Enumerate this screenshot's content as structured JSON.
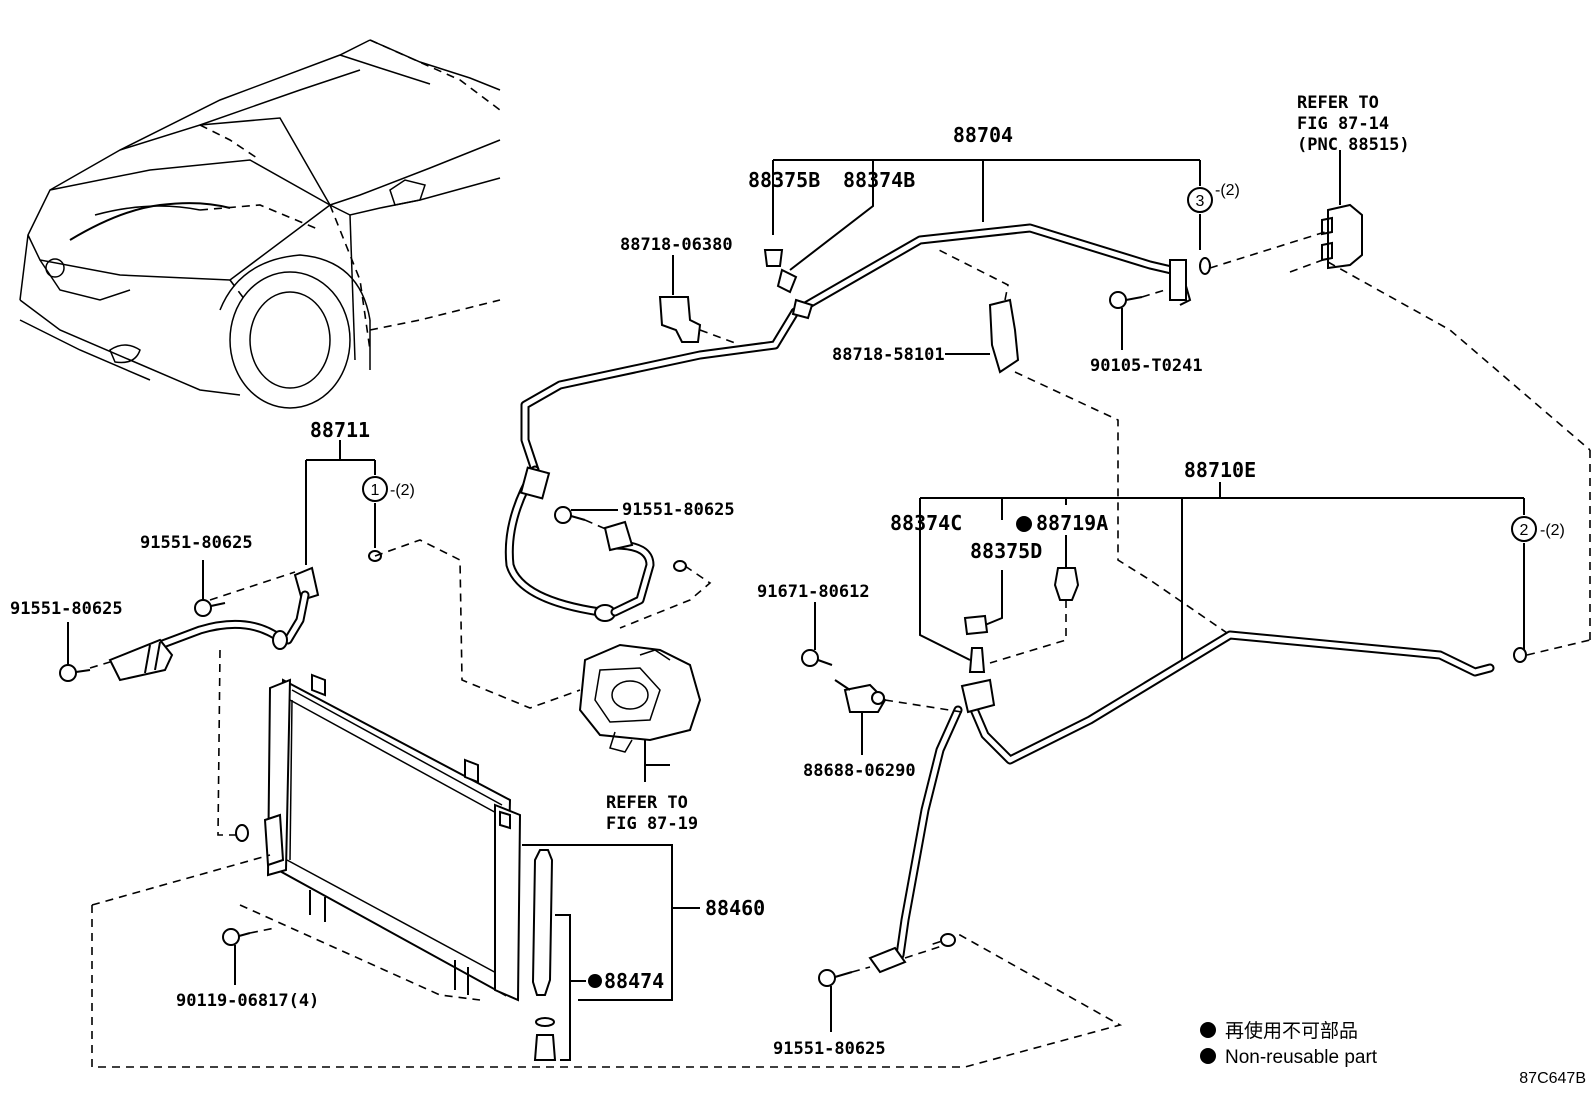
{
  "diagram_code": "87C647B",
  "labels": {
    "p88704": "88704",
    "p88375B": "88375B",
    "p88374B": "88374B",
    "p88718_06380": "88718-06380",
    "p88718_58101": "88718-58101",
    "p90105_T0241": "90105-T0241",
    "p88711": "88711",
    "p91551_80625_a": "91551-80625",
    "p91551_80625_b": "91551-80625",
    "p91551_80625_c": "91551-80625",
    "p91551_80625_d": "91551-80625",
    "p88710E": "88710E",
    "p88374C": "88374C",
    "p88719A": "88719A",
    "p88375D": "88375D",
    "p91671_80612": "91671-80612",
    "p88688_06290": "88688-06290",
    "p88460": "88460",
    "p88474": "88474",
    "p90119_06817": "90119-06817(4)"
  },
  "circle_refs": [
    {
      "num": "1",
      "qty": "-(2)"
    },
    {
      "num": "2",
      "qty": "-(2)"
    },
    {
      "num": "3",
      "qty": "-(2)"
    }
  ],
  "refer_to": {
    "top_line1": "REFER TO",
    "top_line2": "FIG 87-14",
    "top_line3": "(PNC 88515)",
    "mid_line1": "REFER TO",
    "mid_line2": "FIG 87-19"
  },
  "legend": {
    "jp": "再使用不可部品",
    "en": "Non-reusable part"
  }
}
